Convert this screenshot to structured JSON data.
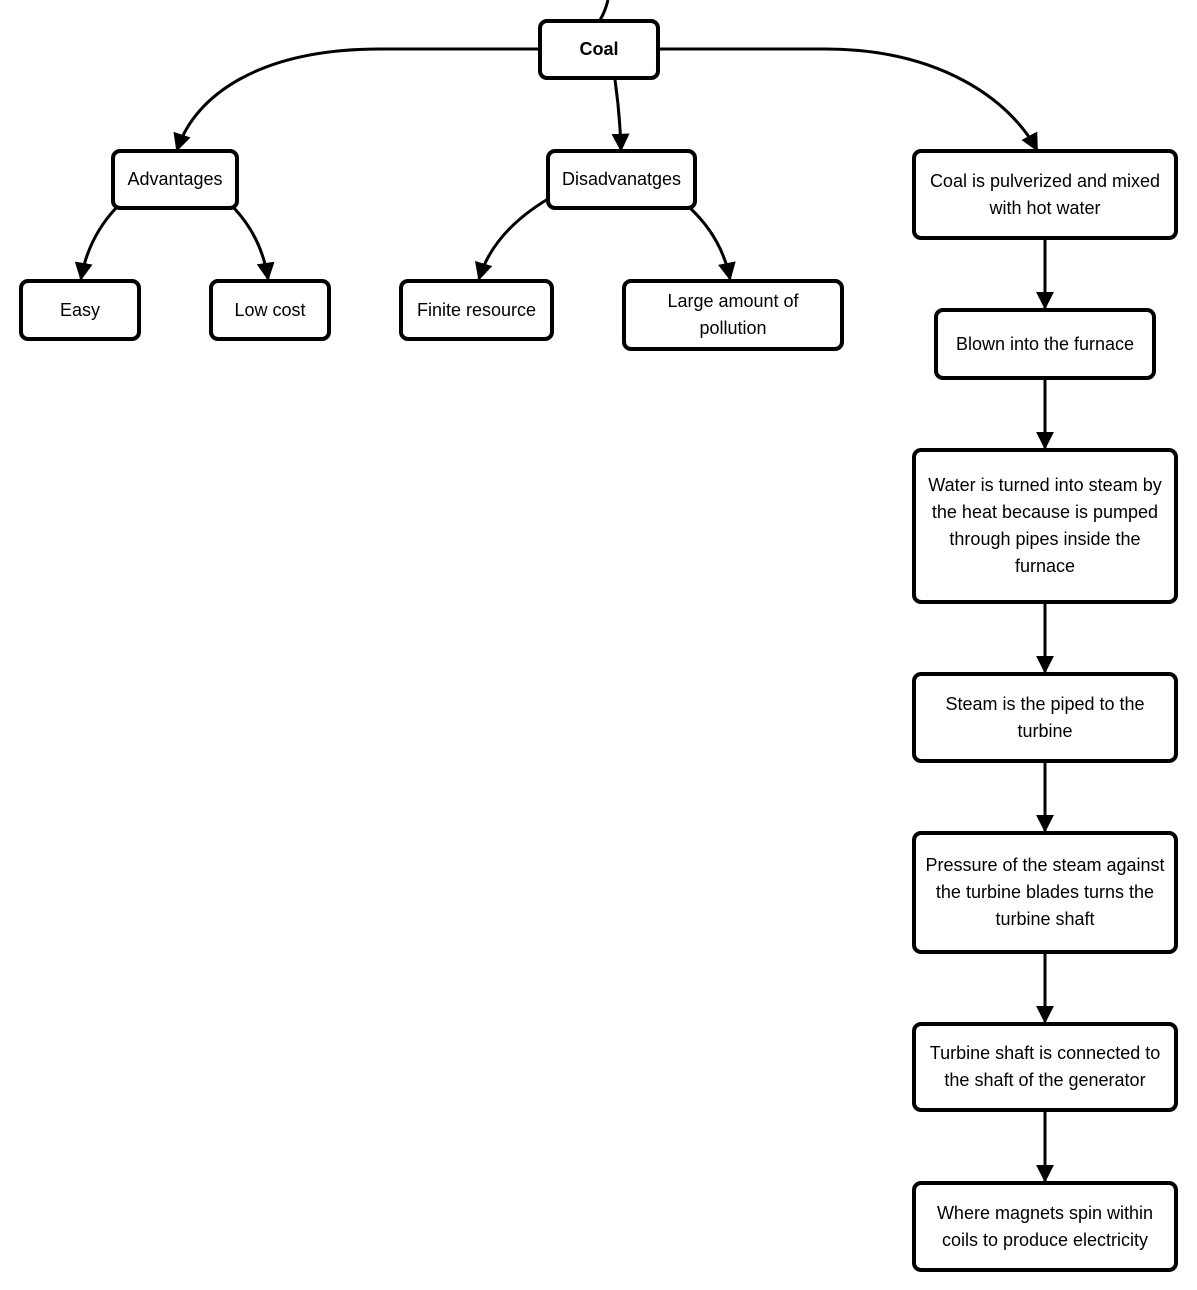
{
  "nodes": {
    "coal": "Coal",
    "advantages": "Advantages",
    "disadvantages": "Disadvanatges",
    "easy": "Easy",
    "low_cost": "Low cost",
    "finite_resource": "Finite resource",
    "pollution": "Large amount of pollution",
    "step1": "Coal is pulverized and mixed with hot water",
    "step2": "Blown into the furnace",
    "step3": "Water is turned into steam by the heat because is pumped through pipes inside the furnace",
    "step4": "Steam is the piped to the turbine",
    "step5": "Pressure of the steam against the turbine blades turns the turbine shaft",
    "step6": "Turbine shaft is connected to the shaft of the generator",
    "step7": "Where magnets spin within coils to produce electricity"
  },
  "edges": [
    [
      "coal",
      "advantages"
    ],
    [
      "coal",
      "disadvantages"
    ],
    [
      "coal",
      "step1"
    ],
    [
      "advantages",
      "easy"
    ],
    [
      "advantages",
      "low_cost"
    ],
    [
      "disadvantages",
      "finite_resource"
    ],
    [
      "disadvantages",
      "pollution"
    ],
    [
      "step1",
      "step2"
    ],
    [
      "step2",
      "step3"
    ],
    [
      "step3",
      "step4"
    ],
    [
      "step4",
      "step5"
    ],
    [
      "step5",
      "step6"
    ],
    [
      "step6",
      "step7"
    ]
  ]
}
